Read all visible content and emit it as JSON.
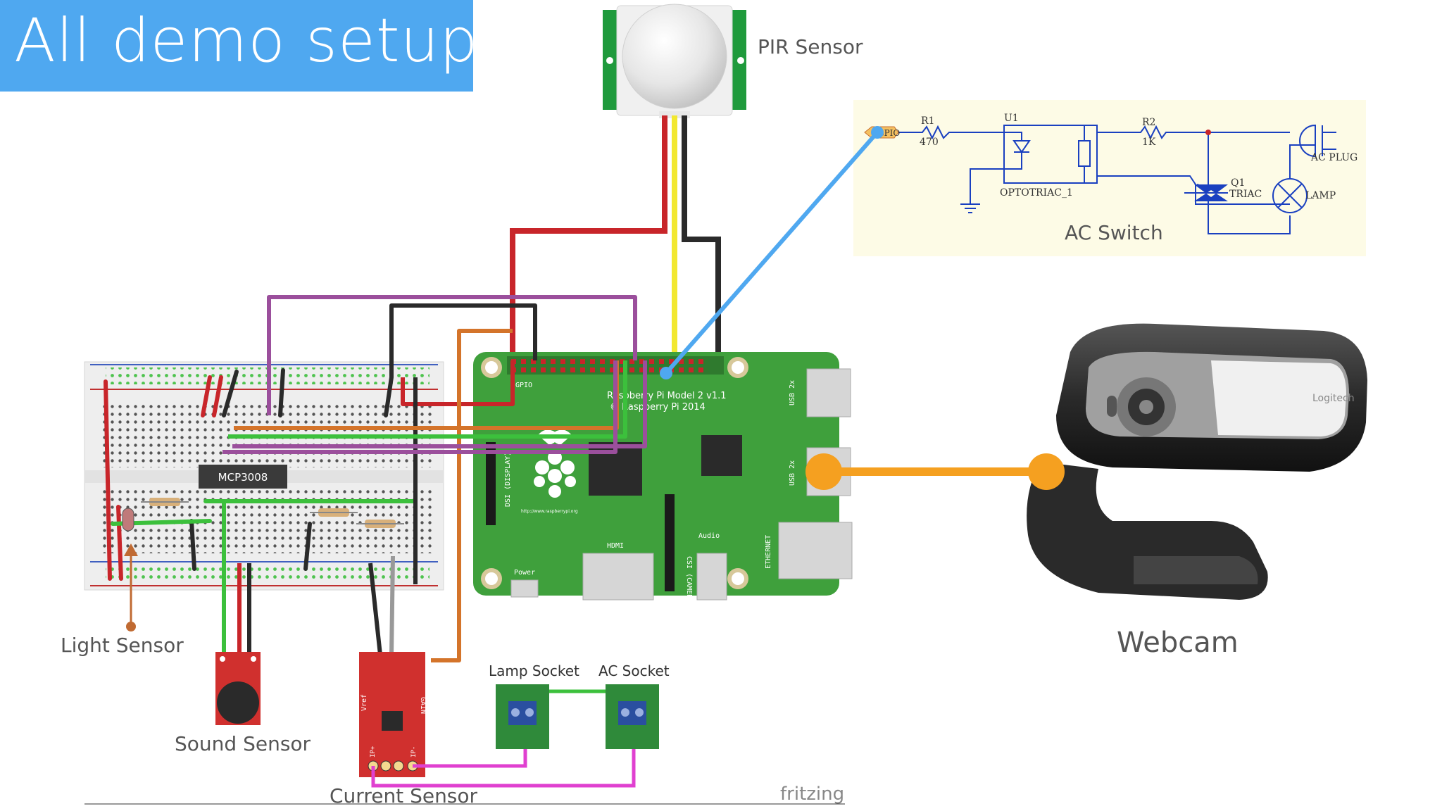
{
  "title": "All demo setup",
  "labels": {
    "pir_sensor": "PIR Sensor",
    "ac_switch": "AC Switch",
    "webcam": "Webcam",
    "light_sensor": "Light Sensor",
    "sound_sensor": "Sound Sensor",
    "current_sensor": "Current Sensor",
    "lamp_socket": "Lamp Socket",
    "ac_socket": "AC Socket",
    "fritzing": "fritzing"
  },
  "chip": {
    "label": "MCP3008"
  },
  "pi_board": {
    "model_line1": "Raspberry Pi Model 2 v1.1",
    "model_line2": "© Raspberry Pi 2014",
    "gpio": "GPIO",
    "usb1": "USB 2x",
    "usb2": "USB 2x",
    "ethernet": "ETHERNET",
    "hdmi": "HDMI",
    "audio": "Audio",
    "power": "Power",
    "dsi": "DSI (DISPLAY)",
    "csi": "CSI (CAMERA)",
    "url": "http://www.raspberrypi.org"
  },
  "schematic": {
    "gpio_tag": "GPIO",
    "r1": "R1",
    "r1_value": "470",
    "u1": "U1",
    "u1_name": "OPTOTRIAC_1",
    "r2": "R2",
    "r2_value": "1K",
    "q1": "Q1",
    "q1_name": "TRIAC",
    "ac_plug": "AC PLUG",
    "lamp": "LAMP"
  },
  "current_sensor_pins": {
    "vref": "Vref",
    "gain": "GAIN",
    "ip_plus": "IP+",
    "ip_minus": "IP-"
  },
  "webcam_brand": "Logitech",
  "colors": {
    "title_bg": "#4fa8f0",
    "pi_green": "#3fa03c",
    "breadboard": "#eeeeee",
    "wire_red": "#c8252a",
    "wire_black": "#2a2a2a",
    "wire_purple": "#9b4f9c",
    "wire_orange": "#d4742a",
    "wire_green": "#3cc03c",
    "wire_yellow": "#f2e830",
    "wire_blue": "#4fa8f0",
    "wire_magenta": "#e040d0",
    "usb_link": "#f5a020",
    "schematic_bg": "#fdfbe6",
    "schematic_blue": "#1a40c0"
  }
}
